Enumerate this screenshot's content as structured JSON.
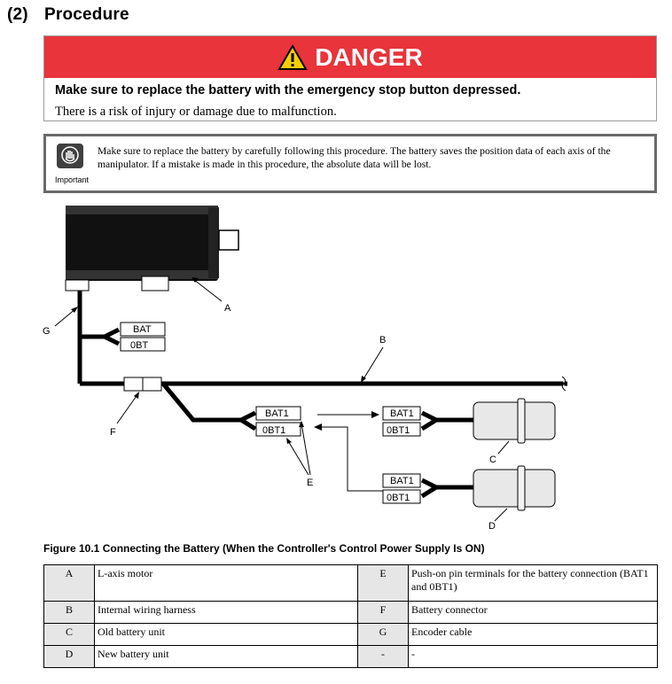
{
  "section": {
    "number": "(2)",
    "title": "Procedure"
  },
  "danger": {
    "title": "DANGER",
    "bold_text": "Make sure to replace the battery with the emergency stop button depressed.",
    "text": "There is a risk of injury or damage due to malfunction."
  },
  "important": {
    "label": "Important",
    "text": "Make sure to replace the battery by carefully following this procedure. The battery saves the position data of each axis of the manipulator. If a mistake is made in this procedure, the absolute data will be lost."
  },
  "diagram": {
    "labels": {
      "A": "A",
      "B": "B",
      "C": "C",
      "D": "D",
      "E": "E",
      "F": "F",
      "G": "G"
    },
    "connector_tags": {
      "bat": "BAT",
      "obt": "0BT",
      "bat1": "BAT1",
      "obt1": "0BT1"
    }
  },
  "figure_caption": "Figure 10.1  Connecting the Battery (When the Controller's Control Power Supply Is ON)",
  "legend": [
    {
      "k1": "A",
      "d1": "L-axis motor",
      "k2": "E",
      "d2": "Push-on pin terminals for the battery connection (BAT1 and 0BT1)"
    },
    {
      "k1": "B",
      "d1": "Internal wiring harness",
      "k2": "F",
      "d2": "Battery connector"
    },
    {
      "k1": "C",
      "d1": "Old battery unit",
      "k2": "G",
      "d2": "Encoder cable"
    },
    {
      "k1": "D",
      "d1": "New battery unit",
      "k2": "-",
      "d2": "-"
    }
  ]
}
